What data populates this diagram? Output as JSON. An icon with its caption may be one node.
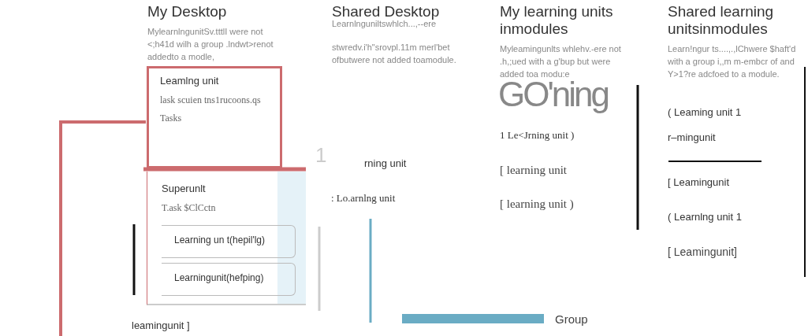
{
  "diagram": {
    "nodes": [
      {
        "text": [
          "Leamlng unit",
          "lask scuien tns1rucoons.qs",
          "Tasks"
        ]
      },
      {
        "text": [
          "Superunlt",
          "T.ask $ClCctn"
        ]
      },
      {
        "text": [
          "Learning un t(hepil'lg)"
        ],
        "in": 1
      },
      {
        "text": [
          "Learningunit(hefping)"
        ],
        "in": 1
      }
    ],
    "labels": [
      "My Desktop",
      "MylearnlngunitSv.tttlI were not <;h41d wilh a group .lndwt>renot addedto a modle,",
      "Shared Desktop",
      "Learnlnguniltswhlch...,--ere",
      "stwredv.i'h\"srovpl.11m merl'bet ofbutwere not added toamodule.",
      "My learning units inmodules",
      "Myleamingunlts whlehv.-ere not .h,;ued with a g'bup but were added toa modu:e",
      "Shared learning unitsinmodules",
      "Learn!ngur ts....,.,lChwere $haft'd with a group i,,m m-embcr of and Y>1?re adcfoed to a module.",
      "1",
      "rning unit",
      ": Lo.arnlng unit",
      "GO'ning",
      "1 Le<Jrning unit )",
      "[ learning unit",
      "[ learning unit )",
      "( Leaming unit 1",
      "r–mingunit",
      "[ Leamingunit",
      "( Learnlng unit 1",
      "[ Leamingunit]",
      "leamingunit ]"
    ],
    "legend": [
      {
        "text": "Group",
        "color": "#6aacc4"
      }
    ]
  }
}
